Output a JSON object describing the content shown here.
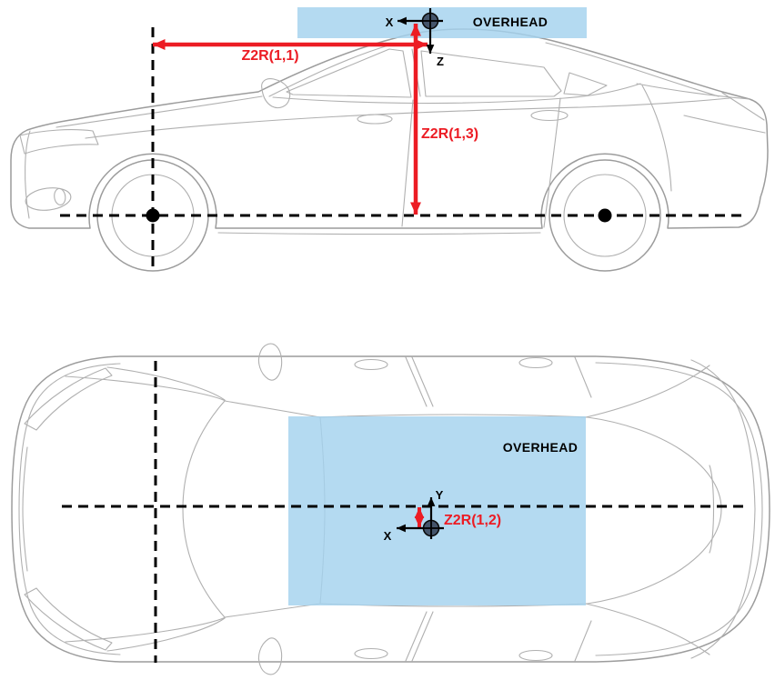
{
  "palette": {
    "overlay_blue": "#A4D2EE",
    "dimension_red": "#EC1C24",
    "axis_black": "#000000",
    "origin_fill": "#44546A",
    "line_gray": "#9C9C9C",
    "line_gray_light": "#B0B0B0"
  },
  "side_view": {
    "overhead_label": "OVERHEAD",
    "axes": {
      "x": "X",
      "z": "Z"
    },
    "dims": {
      "horizontal": "Z2R(1,1)",
      "vertical": "Z2R(1,3)"
    }
  },
  "top_view": {
    "overhead_label": "OVERHEAD",
    "axes": {
      "x": "X",
      "y": "Y"
    },
    "dims": {
      "lateral": "Z2R(1,2)"
    }
  }
}
